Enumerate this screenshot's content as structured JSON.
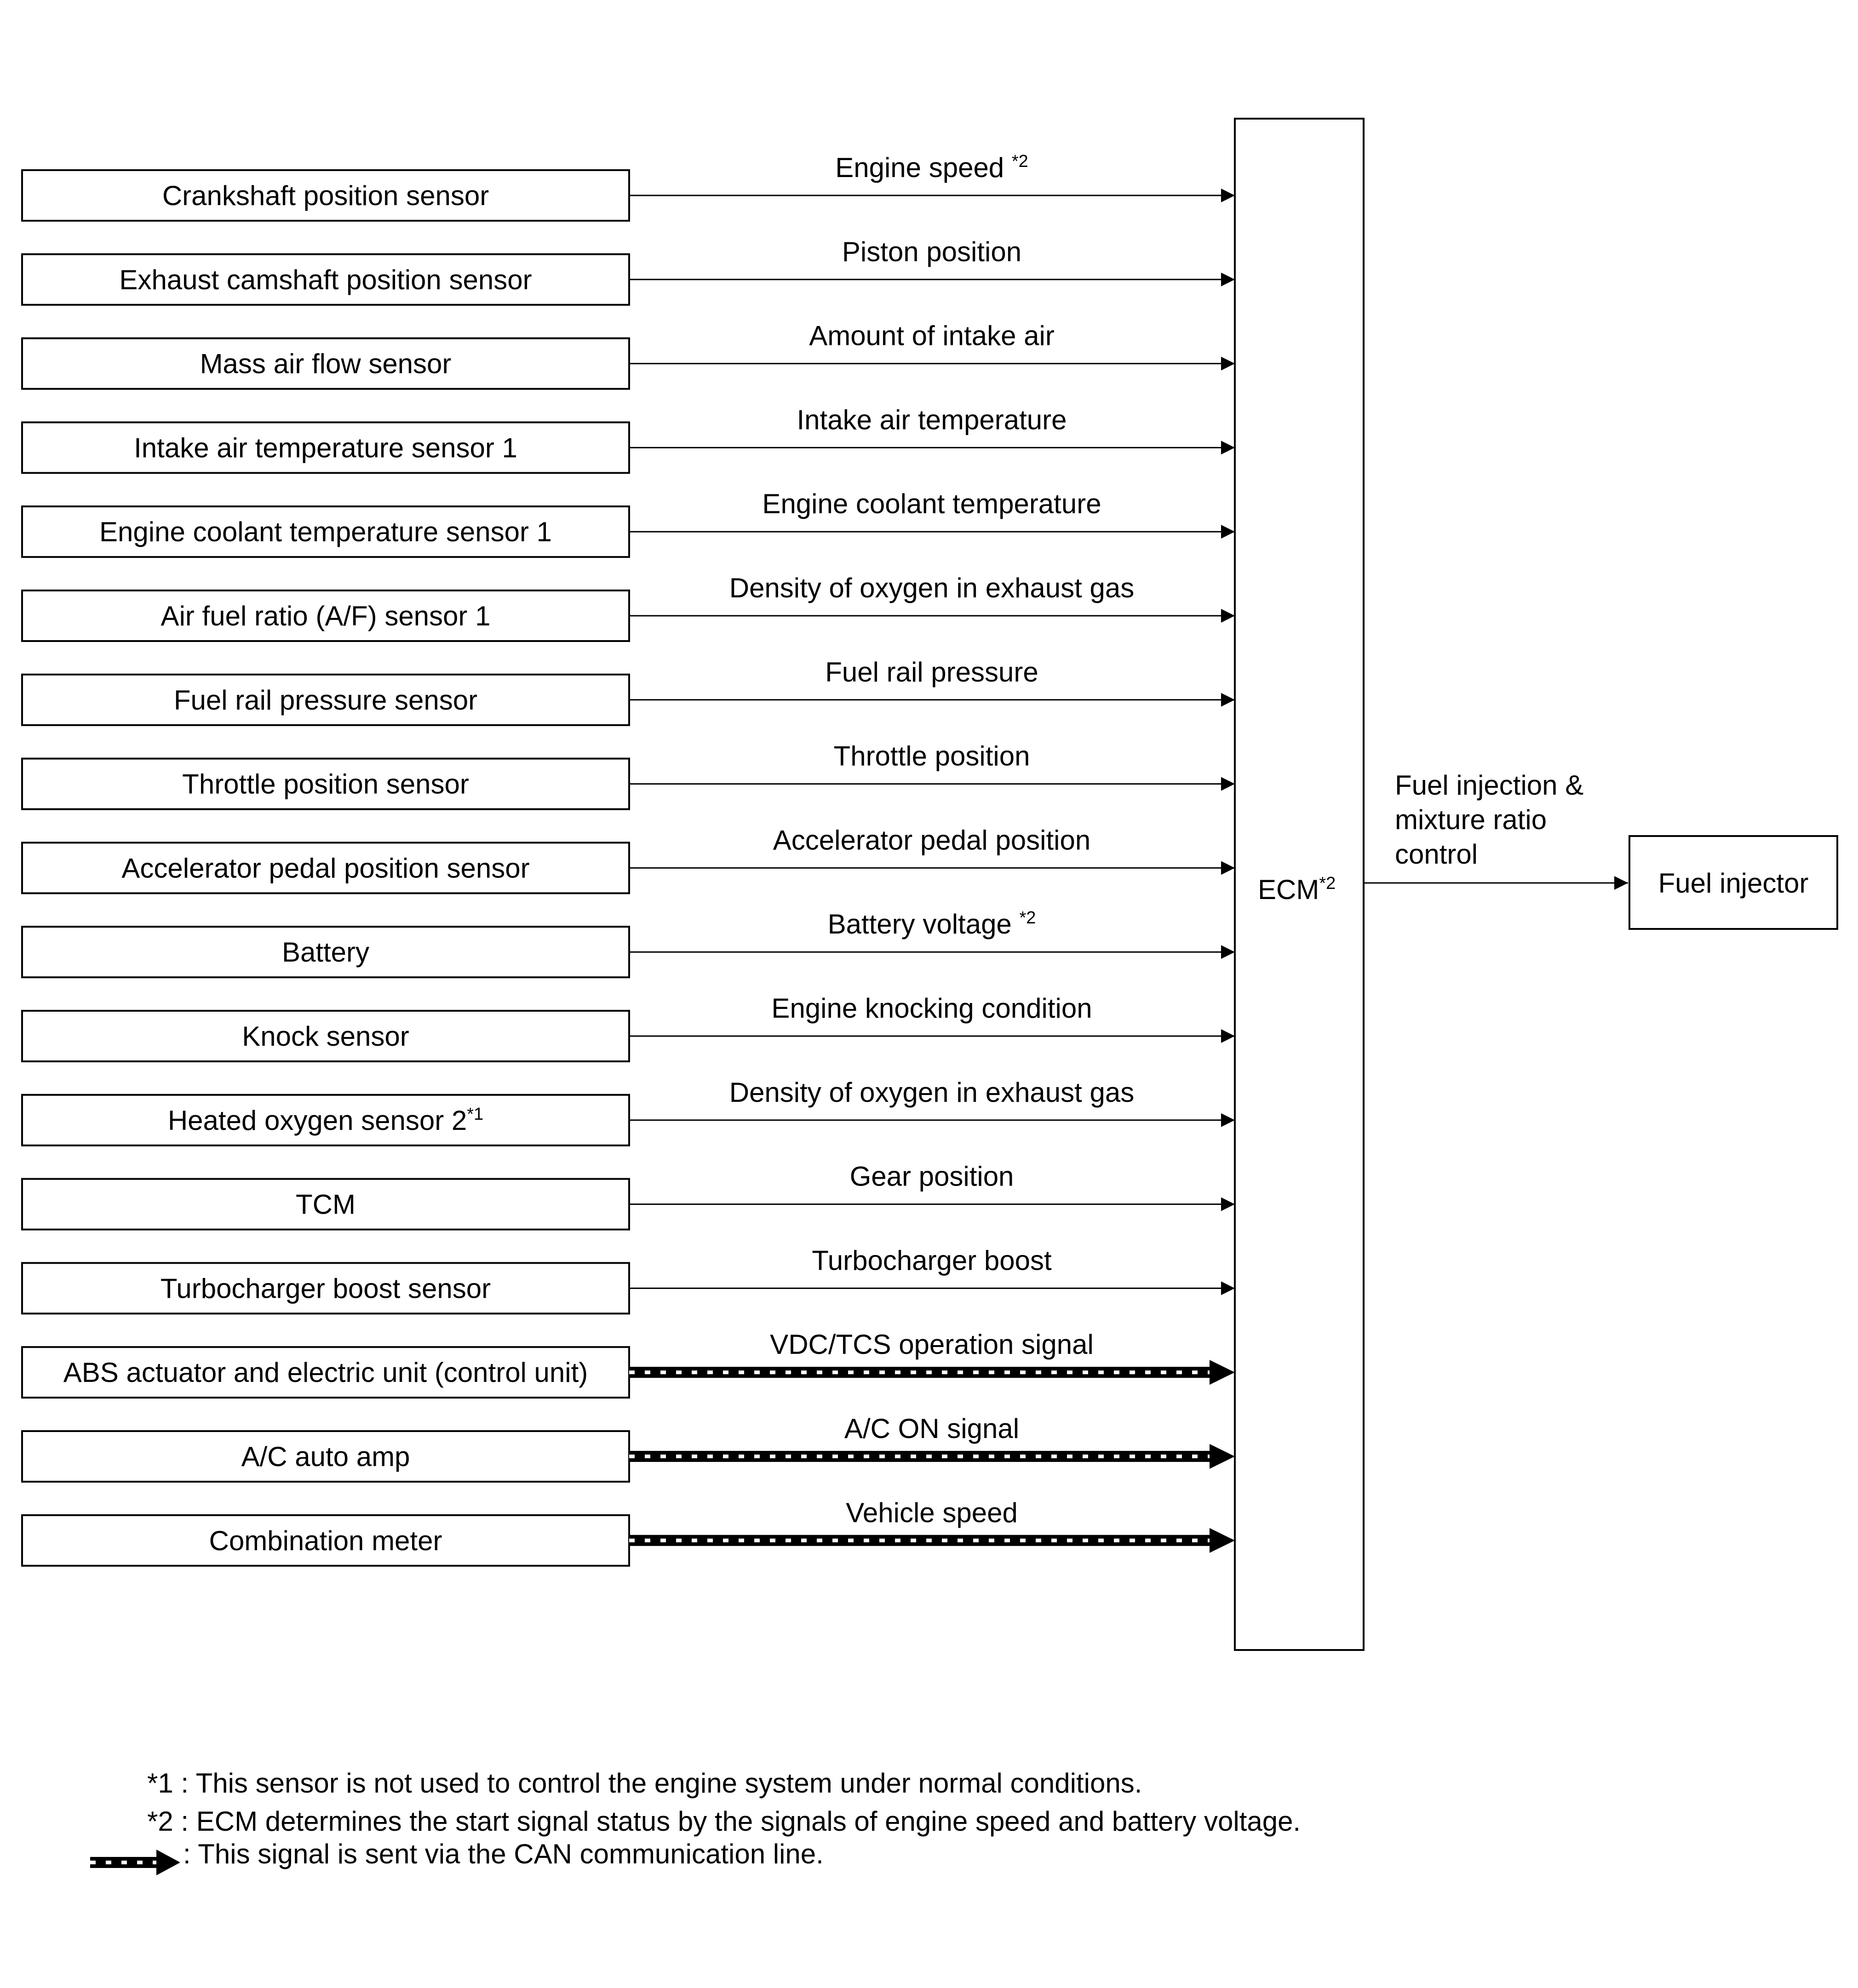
{
  "inputs": [
    {
      "name": "Crankshaft position sensor",
      "signal": "Engine speed",
      "signal_note": "*2",
      "can": false
    },
    {
      "name": "Exhaust camshaft position sensor",
      "signal": "Piston position",
      "can": false
    },
    {
      "name": "Mass air flow sensor",
      "signal": "Amount of intake air",
      "can": false
    },
    {
      "name": "Intake air temperature sensor 1",
      "signal": "Intake air temperature",
      "can": false
    },
    {
      "name": "Engine coolant temperature sensor 1",
      "signal": "Engine coolant temperature",
      "can": false
    },
    {
      "name": "Air fuel ratio (A/F) sensor 1",
      "signal": "Density of oxygen in exhaust gas",
      "can": false
    },
    {
      "name": "Fuel rail pressure sensor",
      "signal": "Fuel rail pressure",
      "can": false
    },
    {
      "name": "Throttle position sensor",
      "signal": "Throttle position",
      "can": false
    },
    {
      "name": "Accelerator pedal position sensor",
      "signal": "Accelerator pedal position",
      "can": false
    },
    {
      "name": "Battery",
      "signal": "Battery voltage",
      "signal_note": "*2",
      "can": false
    },
    {
      "name": "Knock sensor",
      "signal": "Engine knocking condition",
      "can": false
    },
    {
      "name": "Heated oxygen sensor 2",
      "name_note": "*1",
      "signal": "Density of oxygen in exhaust gas",
      "can": false
    },
    {
      "name": "TCM",
      "signal": "Gear position",
      "can": false
    },
    {
      "name": "Turbocharger boost sensor",
      "signal": "Turbocharger boost",
      "can": false
    },
    {
      "name": "ABS actuator and electric unit (control unit)",
      "signal": "VDC/TCS operation signal",
      "can": true
    },
    {
      "name": "A/C auto amp",
      "signal": "A/C ON signal",
      "can": true
    },
    {
      "name": "Combination meter",
      "signal": "Vehicle speed",
      "can": true
    }
  ],
  "ecm": {
    "label": "ECM",
    "note": "*2"
  },
  "output": {
    "signal_lines": [
      "Fuel injection &",
      "mixture ratio",
      "control"
    ],
    "target": "Fuel injector"
  },
  "notes": [
    {
      "text": "*1 : This sensor is not used to control the engine system under normal conditions."
    },
    {
      "text": "*2 : ECM determines the start signal status by the signals of engine speed and battery voltage."
    },
    {
      "text": ": This signal is sent via the CAN communication line."
    }
  ]
}
